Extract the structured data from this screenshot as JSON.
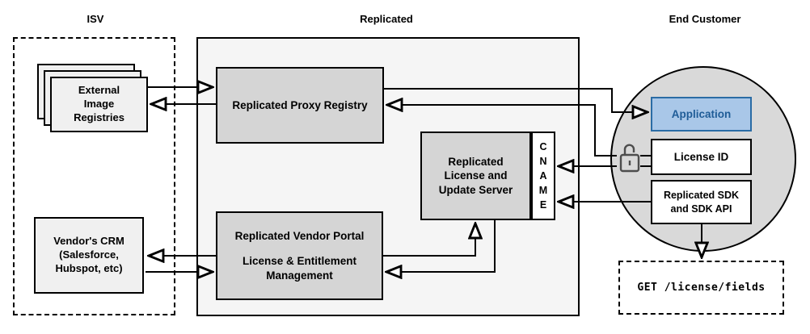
{
  "diagram": {
    "sections": {
      "isv": "ISV",
      "replicated": "Replicated",
      "end_customer": "End Customer"
    },
    "nodes": {
      "external_registries": "External Image Registries",
      "vendor_crm": "Vendor's CRM (Salesforce, Hubspot, etc)",
      "proxy_registry": "Replicated Proxy Registry",
      "vendor_portal_line1": "Replicated Vendor Portal",
      "vendor_portal_line2": "License & Entitlement Management",
      "license_update_server": "Replicated License and Update Server",
      "cname": "CNAME",
      "application": "Application",
      "license_id": "License ID",
      "replicated_sdk": "Replicated SDK and SDK API",
      "api_request": "GET /license/fields"
    },
    "icons": {
      "lock": "unlock-icon"
    },
    "colors": {
      "application_fill": "#a9c7e8",
      "application_border": "#2a6ca5",
      "application_text": "#1f5c97",
      "node_fill": "#d5d5d5",
      "light_node_fill": "#f0f0f0",
      "replicated_container_fill": "#f5f5f5",
      "customer_circle_fill": "#d9d9d9",
      "line_color": "#000000"
    }
  }
}
